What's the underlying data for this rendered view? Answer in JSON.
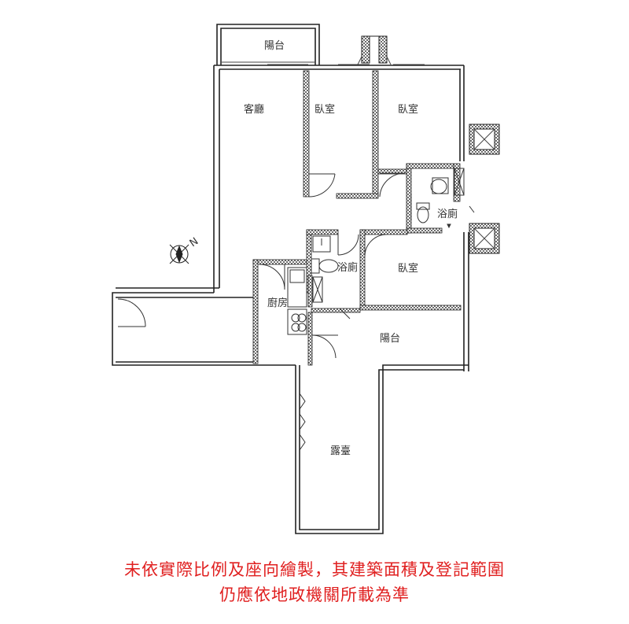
{
  "rooms": {
    "balcony_top": "陽台",
    "living_room": "客廳",
    "bedroom_1": "臥室",
    "bedroom_2": "臥室",
    "bathroom_1": "浴廁",
    "bathroom_2": "浴廁",
    "bedroom_3": "臥室",
    "kitchen": "廚房",
    "balcony_bottom": "陽台",
    "terrace": "露臺"
  },
  "compass": {
    "north_label": "N"
  },
  "notes": {
    "line1": "未依實際比例及座向繪製，其建築面積及登記範圍",
    "line2": "仍應依地政機關所載為準"
  },
  "colors": {
    "wall": "#222222",
    "hatch": "#6b6b6b",
    "note": "#e02020"
  }
}
